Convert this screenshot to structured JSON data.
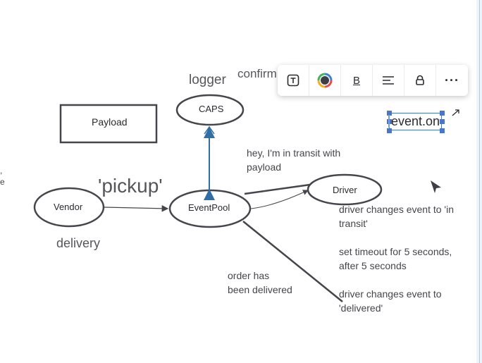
{
  "diagram": {
    "nodes": {
      "payload": "Payload",
      "caps": "CAPS",
      "vendor": "Vendor",
      "eventpool": "EventPool",
      "driver": "Driver"
    },
    "labels": {
      "logger": "logger",
      "confirm": "confirm",
      "pickup": "'pickup'",
      "delivery": "delivery",
      "transit_note": [
        "hey, I'm in transit with",
        "payload"
      ],
      "delivered_note": [
        "order has",
        "been delivered"
      ],
      "driver_changes_transit": [
        "driver changes event to 'in",
        "transit'"
      ],
      "timeout_note": [
        "set timeout for 5 seconds,",
        "after 5 seconds"
      ],
      "driver_changes_delivered": [
        "driver changes event to",
        "'delivered'"
      ],
      "left_edge_fragment": [
        ",",
        "e"
      ]
    },
    "editing_text": "event.on"
  },
  "toolbar": {
    "items": [
      {
        "name": "text-format-button",
        "icon": "text-box-icon"
      },
      {
        "name": "color-button",
        "icon": "color-wheel-icon"
      },
      {
        "name": "bold-button",
        "icon": "bold-icon",
        "glyph": "B"
      },
      {
        "name": "align-button",
        "icon": "align-left-icon"
      },
      {
        "name": "lock-button",
        "icon": "lock-icon"
      },
      {
        "name": "more-button",
        "icon": "more-horizontal-icon",
        "glyph": "···"
      }
    ]
  },
  "colors": {
    "stroke": "#45454c",
    "arrow_blue": "#2f6fa6",
    "selection": "#4a76c8"
  }
}
